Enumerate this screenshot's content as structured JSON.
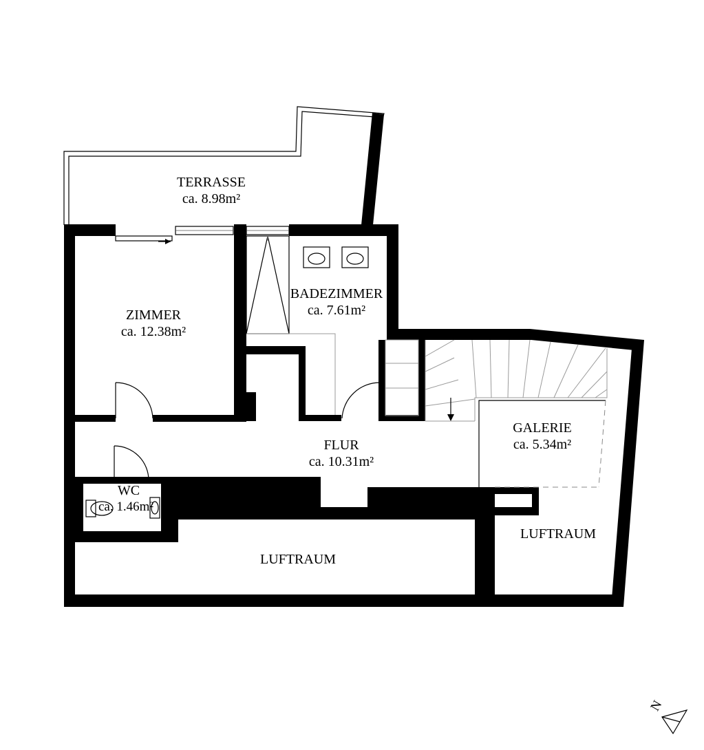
{
  "rooms": {
    "terrasse": {
      "name": "TERRASSE",
      "area": "ca. 8.98m²"
    },
    "zimmer": {
      "name": "ZIMMER",
      "area": "ca. 12.38m²"
    },
    "badezimmer": {
      "name": "BADEZIMMER",
      "area": "ca. 7.61m²"
    },
    "flur": {
      "name": "FLUR",
      "area": "ca. 10.31m²"
    },
    "galerie": {
      "name": "GALERIE",
      "area": "ca. 5.34m²"
    },
    "wc": {
      "name": "WC",
      "area": "ca. 1.46m²"
    },
    "luftraum_bottom": {
      "name": "LUFTRAUM"
    },
    "luftraum_right": {
      "name": "LUFTRAUM"
    }
  },
  "compass": {
    "label": "N",
    "icon": "north-arrow-icon"
  },
  "colors": {
    "wall": "#000000",
    "background": "#ffffff",
    "line": "#000000"
  }
}
